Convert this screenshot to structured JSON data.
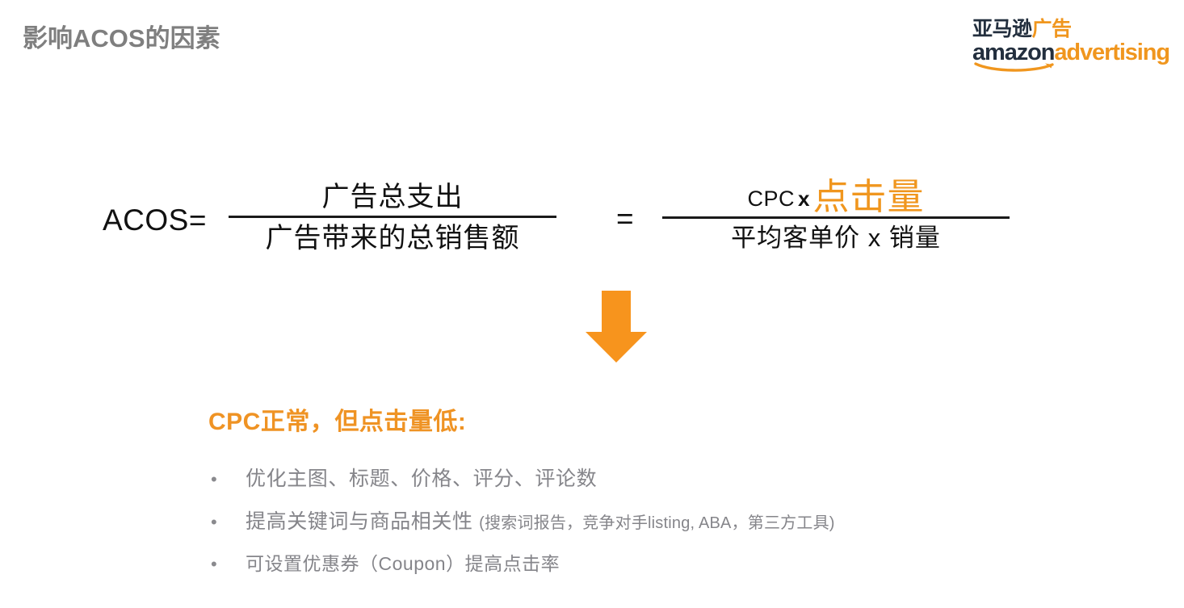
{
  "slide": {
    "title": "影响ACOS的因素"
  },
  "logo": {
    "cn_dark": "亚马逊",
    "cn_orange": "广告",
    "en_dark": "amazon",
    "en_orange": "advertising",
    "colors": {
      "dark": "#232f3e",
      "orange": "#f0961e"
    }
  },
  "formula": {
    "acos_label": "ACOS=",
    "equals": "=",
    "left_fraction": {
      "numerator": "广告总支出",
      "denominator": "广告带来的总销售额"
    },
    "right_fraction": {
      "numerator_cpc": "CPC",
      "numerator_times": "x",
      "numerator_clicks": "点击量",
      "denominator": "平均客单价 x 销量"
    }
  },
  "arrow": {
    "direction": "down",
    "color": "#f7941d"
  },
  "conclusion": {
    "heading": "CPC正常，但点击量低:",
    "heading_color": "#ef9324",
    "bullets": [
      {
        "marker": "•",
        "main": "优化主图、标题、价格、评分、评论数",
        "note": ""
      },
      {
        "marker": "•",
        "main": "提高关键词与商品相关性 ",
        "note": "(搜索词报告，竞争对手listing, ABA，第三方工具)"
      },
      {
        "marker": "•",
        "main": "可设置优惠券（Coupon）提高点击率",
        "note": ""
      }
    ]
  }
}
